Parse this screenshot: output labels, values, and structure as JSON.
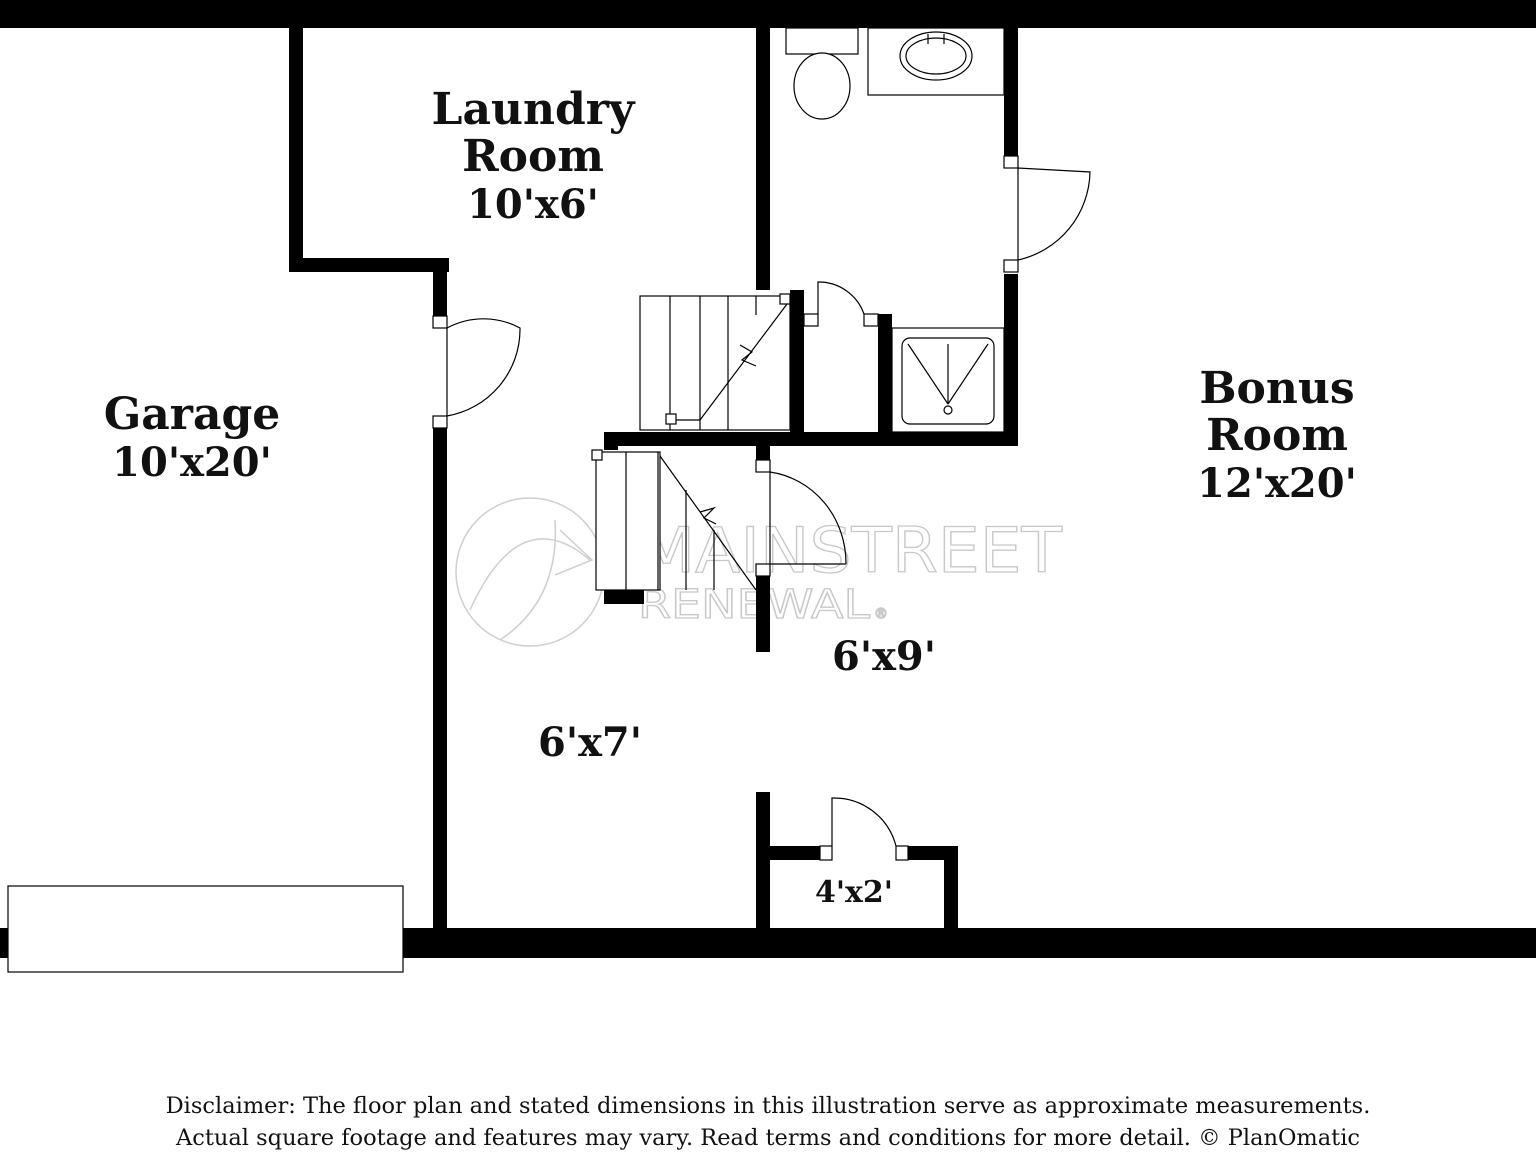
{
  "rooms": {
    "laundry": {
      "name_line1": "Laundry",
      "name_line2": "Room",
      "dims": "10'x6'"
    },
    "garage": {
      "name": "Garage",
      "dims": "10'x20'"
    },
    "bonus": {
      "name_line1": "Bonus",
      "name_line2": "Room",
      "dims": "12'x20'"
    },
    "hall": {
      "dims": "6'x9'"
    },
    "area": {
      "dims": "6'x7'"
    },
    "closet": {
      "dims": "4'x2'"
    }
  },
  "watermark": {
    "line1": "MAINSTREET",
    "line2": "RENEWAL",
    "mark": "®",
    "icon": "house-arrow-logo-icon"
  },
  "disclaimer": {
    "line1": "Disclaimer: The floor plan and stated dimensions in this illustration serve as approximate measurements.",
    "line2": "Actual square footage and features may vary. Read terms and conditions for more detail. © PlanOmatic"
  },
  "colors": {
    "wall": "#000000",
    "background": "#ffffff",
    "watermark": "#c8c8c8"
  }
}
